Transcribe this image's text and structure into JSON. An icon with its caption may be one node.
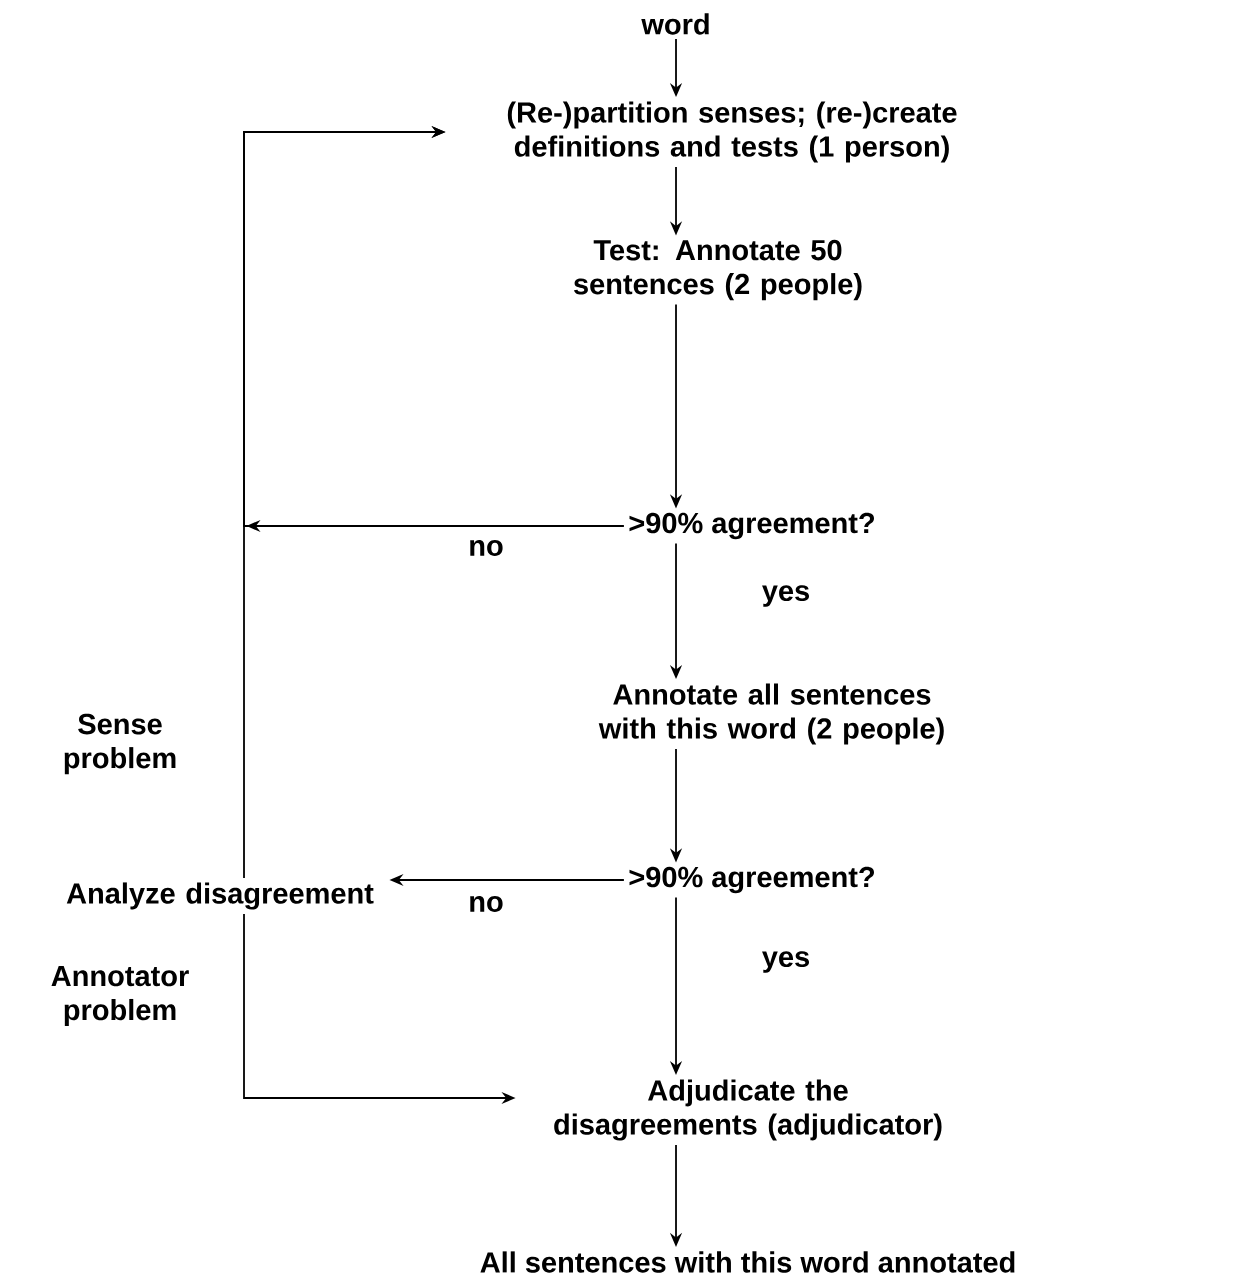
{
  "diagram": {
    "nodes": [
      {
        "text": [
          "word"
        ]
      },
      {
        "text": [
          "(Re-)partition senses; (re-)create definitions and tests (1 person)"
        ]
      },
      {
        "text": [
          "Test: Annotate 50 sentences (2 people)"
        ]
      },
      {
        "text": [
          ">90% agreement?"
        ]
      },
      {
        "text": [
          "Annotate all sentences with this word (2 people)"
        ]
      },
      {
        "text": [
          ">90% agreement?"
        ]
      },
      {
        "text": [
          "Analyze disagreement"
        ]
      },
      {
        "text": [
          "Adjudicate the disagreements (adjudicator)"
        ]
      },
      {
        "text": [
          "All sentences with this word annotated"
        ]
      }
    ],
    "edges": [
      {
        "from": 0,
        "to": 1,
        "arrow": "to"
      },
      {
        "from": 1,
        "to": 2,
        "arrow": "to"
      },
      {
        "from": 2,
        "to": 3,
        "arrow": "to"
      },
      {
        "from": 3,
        "to": 1,
        "arrow": "to",
        "label": "no"
      },
      {
        "from": 3,
        "to": 4,
        "arrow": "to",
        "label": "yes"
      },
      {
        "from": 4,
        "to": 5,
        "arrow": "to"
      },
      {
        "from": 5,
        "to": 6,
        "arrow": "to",
        "label": "no"
      },
      {
        "from": 6,
        "to": 1,
        "arrow": "to",
        "label": "Sense problem"
      },
      {
        "from": 5,
        "to": 7,
        "arrow": "to",
        "label": "yes"
      },
      {
        "from": 6,
        "to": 7,
        "arrow": "to",
        "label": "Annotator problem"
      },
      {
        "from": 7,
        "to": 8,
        "arrow": "to"
      }
    ]
  }
}
